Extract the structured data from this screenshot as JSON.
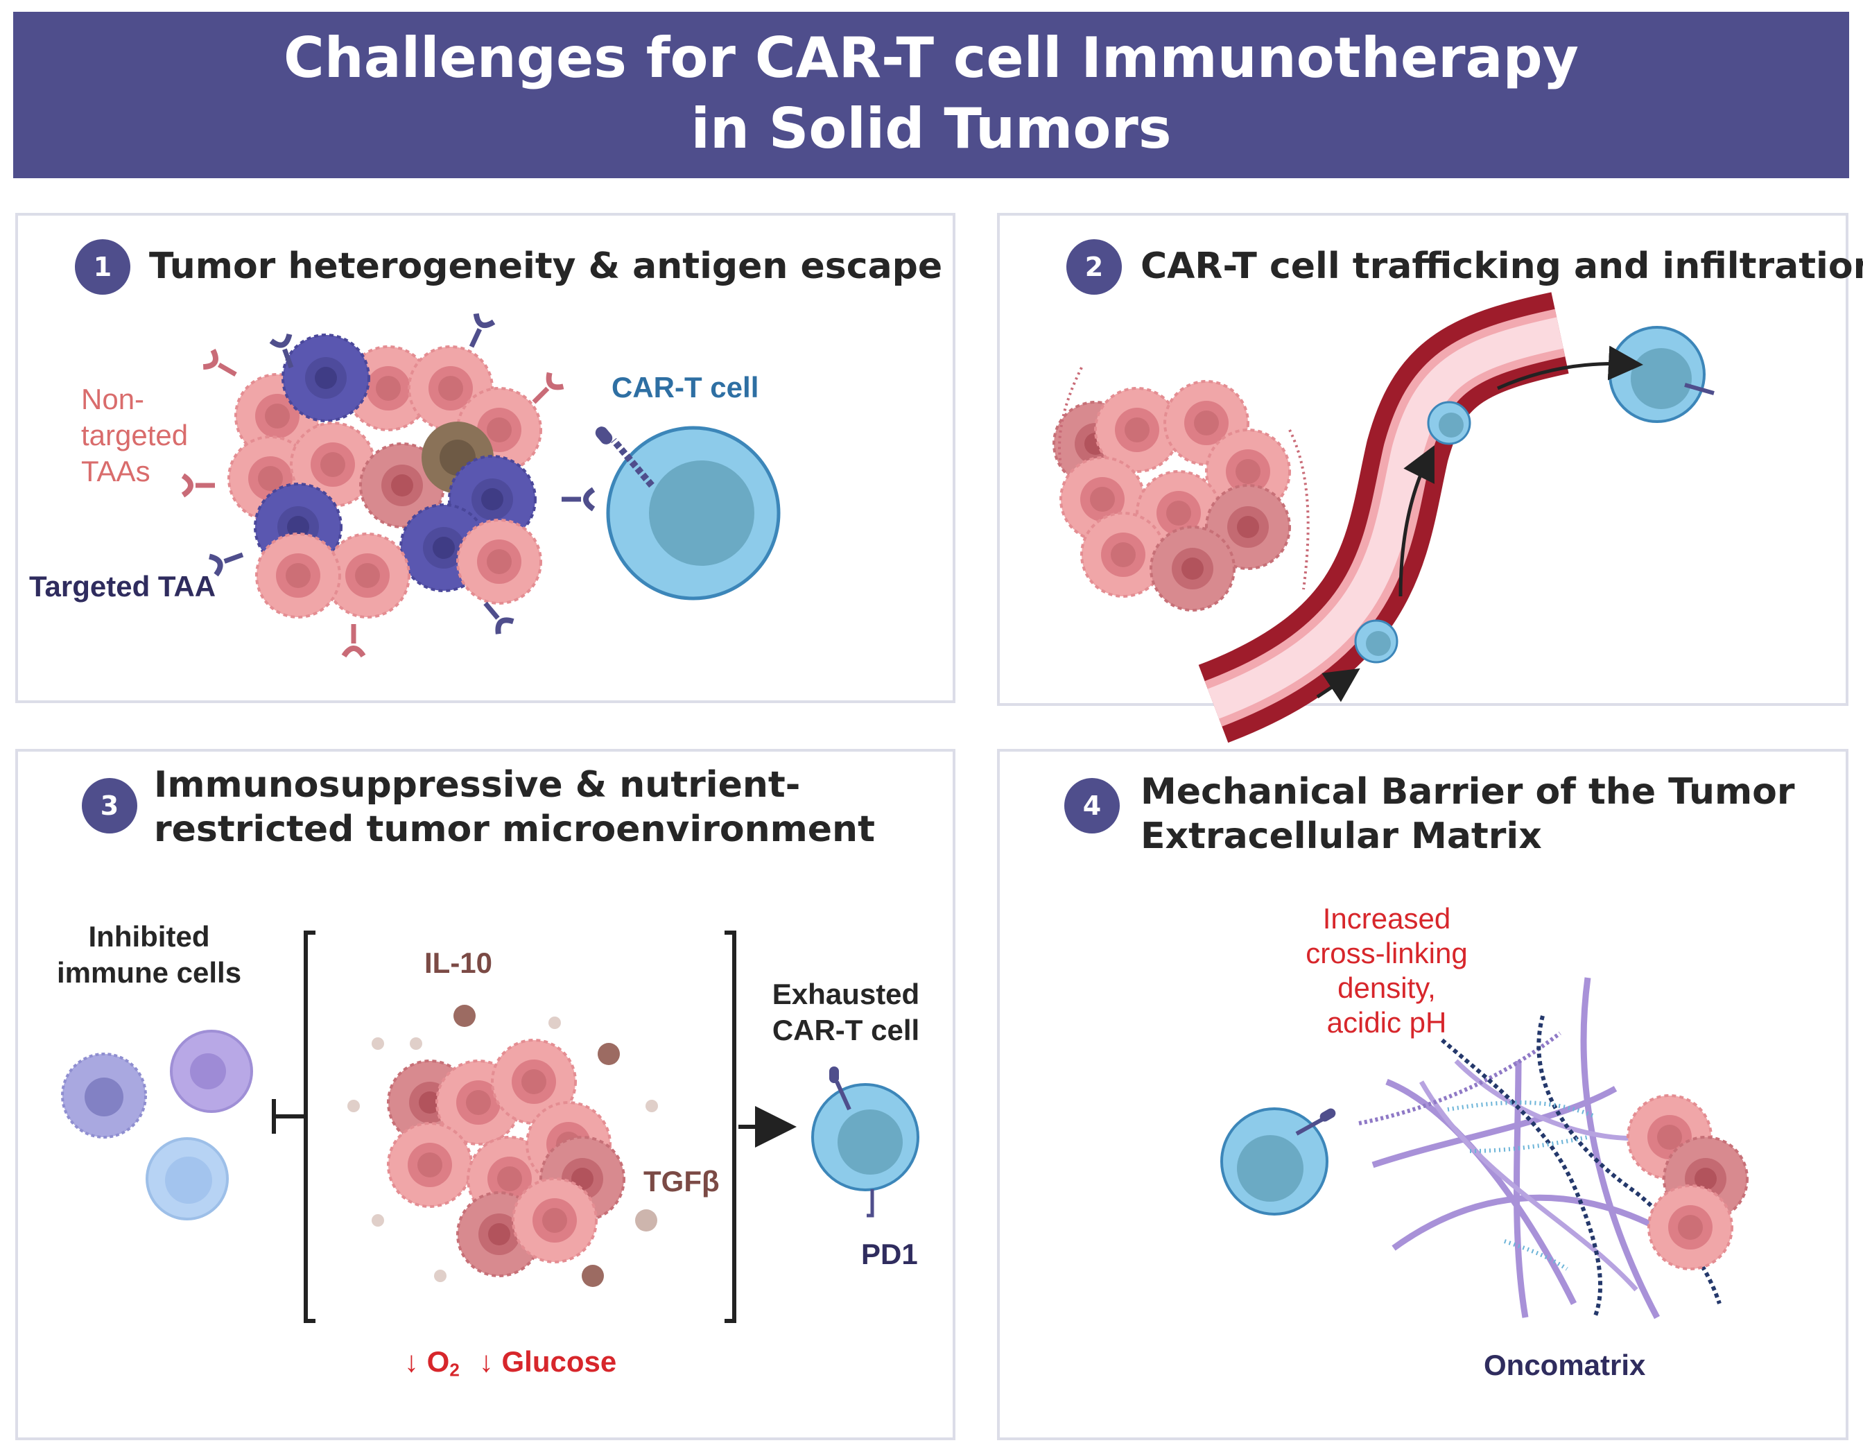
{
  "title": {
    "line1": "Challenges for CAR-T cell Immunotherapy",
    "line2": "in Solid Tumors"
  },
  "panels": [
    {
      "number": "1",
      "title_line1": "Tumor heterogeneity & antigen escape",
      "labels": {
        "non_targeted_1": "Non-",
        "non_targeted_2": "targeted",
        "non_targeted_3": "TAAs",
        "targeted": "Targeted TAA",
        "cart": "CAR-T cell"
      }
    },
    {
      "number": "2",
      "title_line1": "CAR-T cell trafficking and infiltration"
    },
    {
      "number": "3",
      "title_line1": "Immunosuppressive & nutrient-",
      "title_line2": "restricted tumor microenvironment",
      "labels": {
        "inhibited_1": "Inhibited",
        "inhibited_2": "immune cells",
        "il10": "IL-10",
        "tgfb": "TGFβ",
        "exhausted_1": "Exhausted",
        "exhausted_2": "CAR-T cell",
        "pd1": "PD1",
        "o2_prefix": "↓ O",
        "o2_sub": "2",
        "glucose": "↓ Glucose"
      }
    },
    {
      "number": "4",
      "title_line1": "Mechanical Barrier of the Tumor",
      "title_line2": "Extracellular Matrix",
      "labels": {
        "ecm_1": "Increased",
        "ecm_2": "cross-linking",
        "ecm_3": "density,",
        "ecm_4": "acidic pH",
        "oncomatrix": "Oncomatrix"
      }
    }
  ],
  "colors": {
    "banner": "#4f4e8c",
    "tumor_pink": "#f0a6a8",
    "tumor_dark": "#cc6f76",
    "targeted_purple": "#5a57b0",
    "cart_blue": "#8dcbea",
    "vessel_red": "#9e1c2b",
    "non_targeted_text": "#d96c6c",
    "cart_text": "#2e6fa3",
    "navy_text": "#2f2c5e",
    "brown_text": "#7b4a45",
    "red_text": "#d7262b"
  }
}
